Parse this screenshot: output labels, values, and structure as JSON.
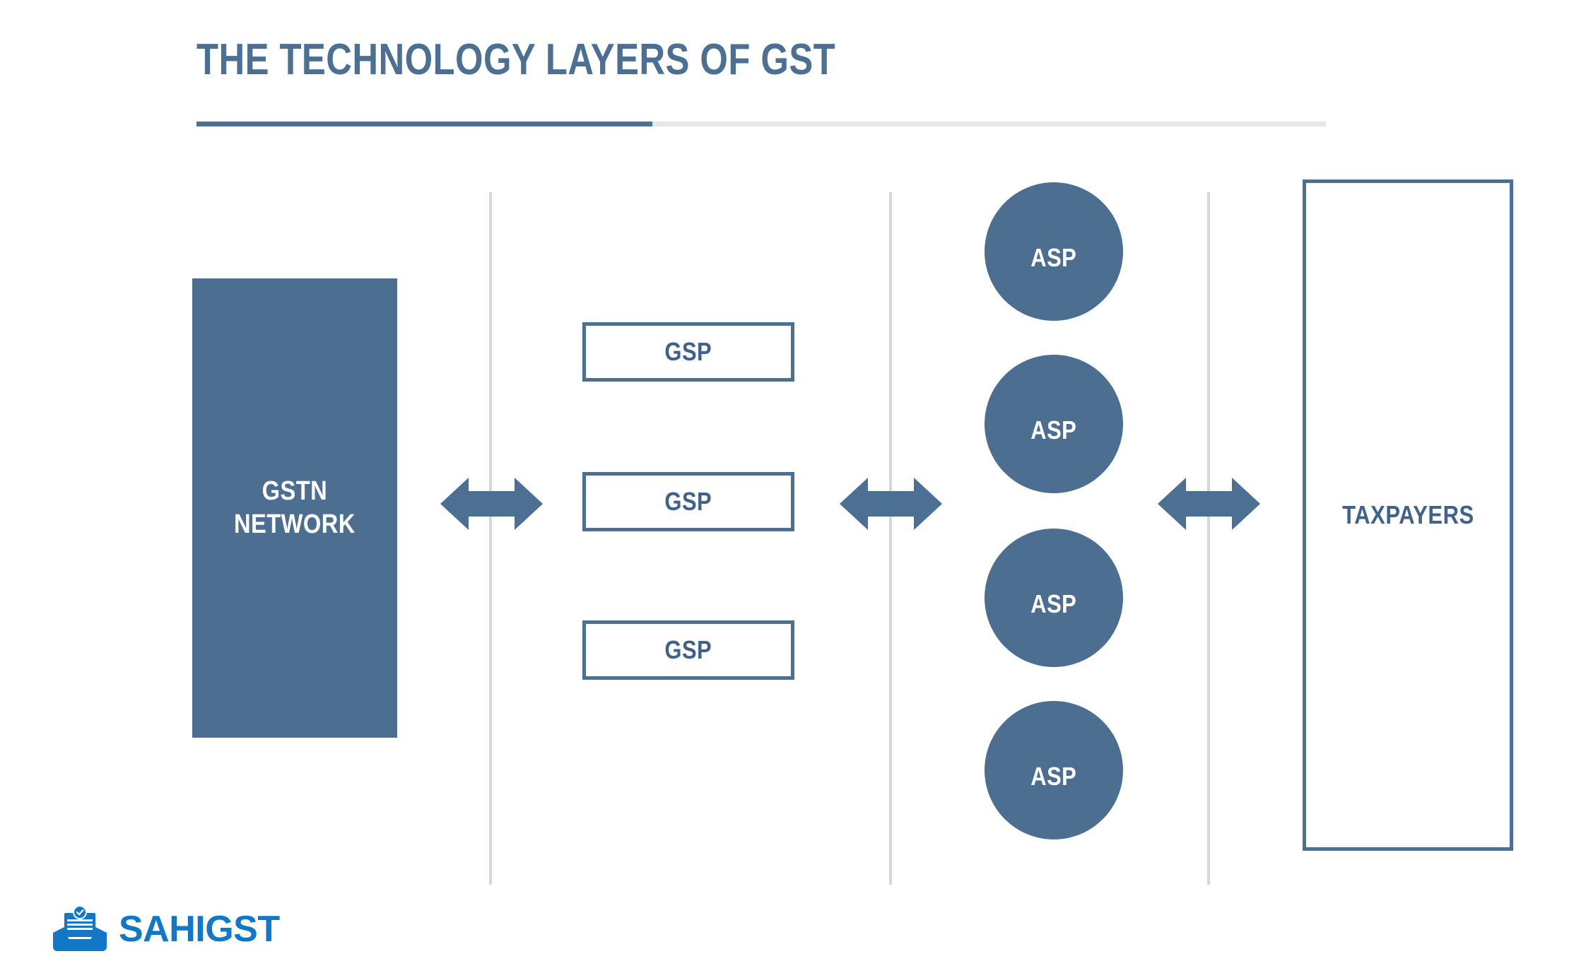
{
  "slide": {
    "title": "THE TECHNOLOGY LAYERS OF GST"
  },
  "colors": {
    "brand_blue": "#4C7093",
    "fill_blue": "#4C6F91",
    "divider_gray": "#CFD8DE",
    "logo_blue": "#1178C8",
    "white": "#FFFFFF"
  },
  "diagram": {
    "gstn": {
      "label": "GSTN\nNETWORK"
    },
    "gsp": {
      "boxes": [
        {
          "label": "GSP"
        },
        {
          "label": "GSP"
        },
        {
          "label": "GSP"
        }
      ]
    },
    "asp": {
      "circles": [
        {
          "label": "ASP"
        },
        {
          "label": "ASP"
        },
        {
          "label": "ASP"
        },
        {
          "label": "ASP"
        }
      ]
    },
    "taxpayers": {
      "label": "TAXPAYERS"
    },
    "connectors": [
      {
        "name": "gstn-to-gsp",
        "type": "double-arrow"
      },
      {
        "name": "gsp-to-asp",
        "type": "double-arrow"
      },
      {
        "name": "asp-to-taxpayers",
        "type": "double-arrow"
      }
    ]
  },
  "logo": {
    "text": "SAHIGST",
    "icon": "inbox-check-icon"
  }
}
